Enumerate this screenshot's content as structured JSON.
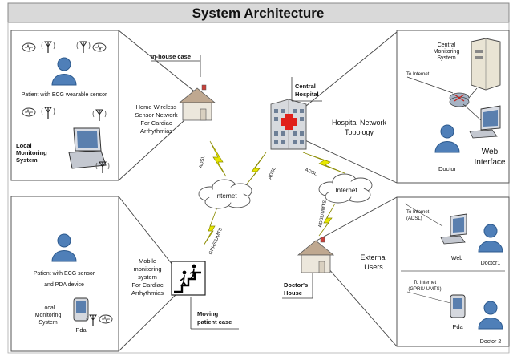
{
  "title": "System Architecture",
  "top_left_panel": {
    "patient_label": "Patient with ECG  wearable sensor",
    "local_system_line1": "Local",
    "local_system_line2": "Monitoring",
    "local_system_line3": "System"
  },
  "home": {
    "case_label": "In-house case",
    "network_line1": "Home Wireless",
    "network_line2": "Sensor Network",
    "network_line3": "For Cardiac",
    "network_line4": "Arrhythmias"
  },
  "hospital": {
    "label_line1": "Central",
    "label_line2": "Hospital",
    "topology_line1": "Hospital Network",
    "topology_line2": "Topology"
  },
  "top_right_panel": {
    "cms_line1": "Central",
    "cms_line2": "Monitoring",
    "cms_line3": "System",
    "to_internet": "To Internet",
    "doctor": "Doctor",
    "web_line1": "Web",
    "web_line2": "Interface"
  },
  "links": {
    "adsl_home": "ADSL",
    "adsl_hospital": "ADSL",
    "adsl_hospital_right": "ADSL",
    "internet_left": "Internet",
    "internet_right": "Internet",
    "gprs_umts": "GPRS/UMTS",
    "adsl_umts": "ADSL/UMTS"
  },
  "bottom_left_panel": {
    "patient_line1": "Patient with ECG  sensor",
    "patient_line2": "and PDA device",
    "local_line1": "Local",
    "local_line2": "Monitoring",
    "local_line3": "System",
    "pda": "Pda"
  },
  "mobile": {
    "line1": "Mobile",
    "line2": "monitoring",
    "line3": "system",
    "line4": "For Cardiac",
    "line5": "Arrhythmias",
    "case_line1": "Moving",
    "case_line2": "patient case"
  },
  "doctors_house": {
    "line1": "Doctor's",
    "line2": "House"
  },
  "external": {
    "line1": "External",
    "line2": "Users"
  },
  "bottom_right_panel": {
    "to_internet_adsl_line1": "To Internet",
    "to_internet_adsl_line2": "(ADSL)",
    "web": "Web",
    "doctor1": "Doctor1",
    "to_internet_gprs_line1": "To Internet",
    "to_internet_gprs_line2": "(GPRS/ UMTS)",
    "pda": "Pda",
    "doctor2": "Doctor 2"
  },
  "colors": {
    "title_bar": "#d9d9d9",
    "person": "#4f7fb8",
    "lightning": "#e8e800",
    "house": "#ece7dc",
    "cloud": "#ffffff"
  }
}
